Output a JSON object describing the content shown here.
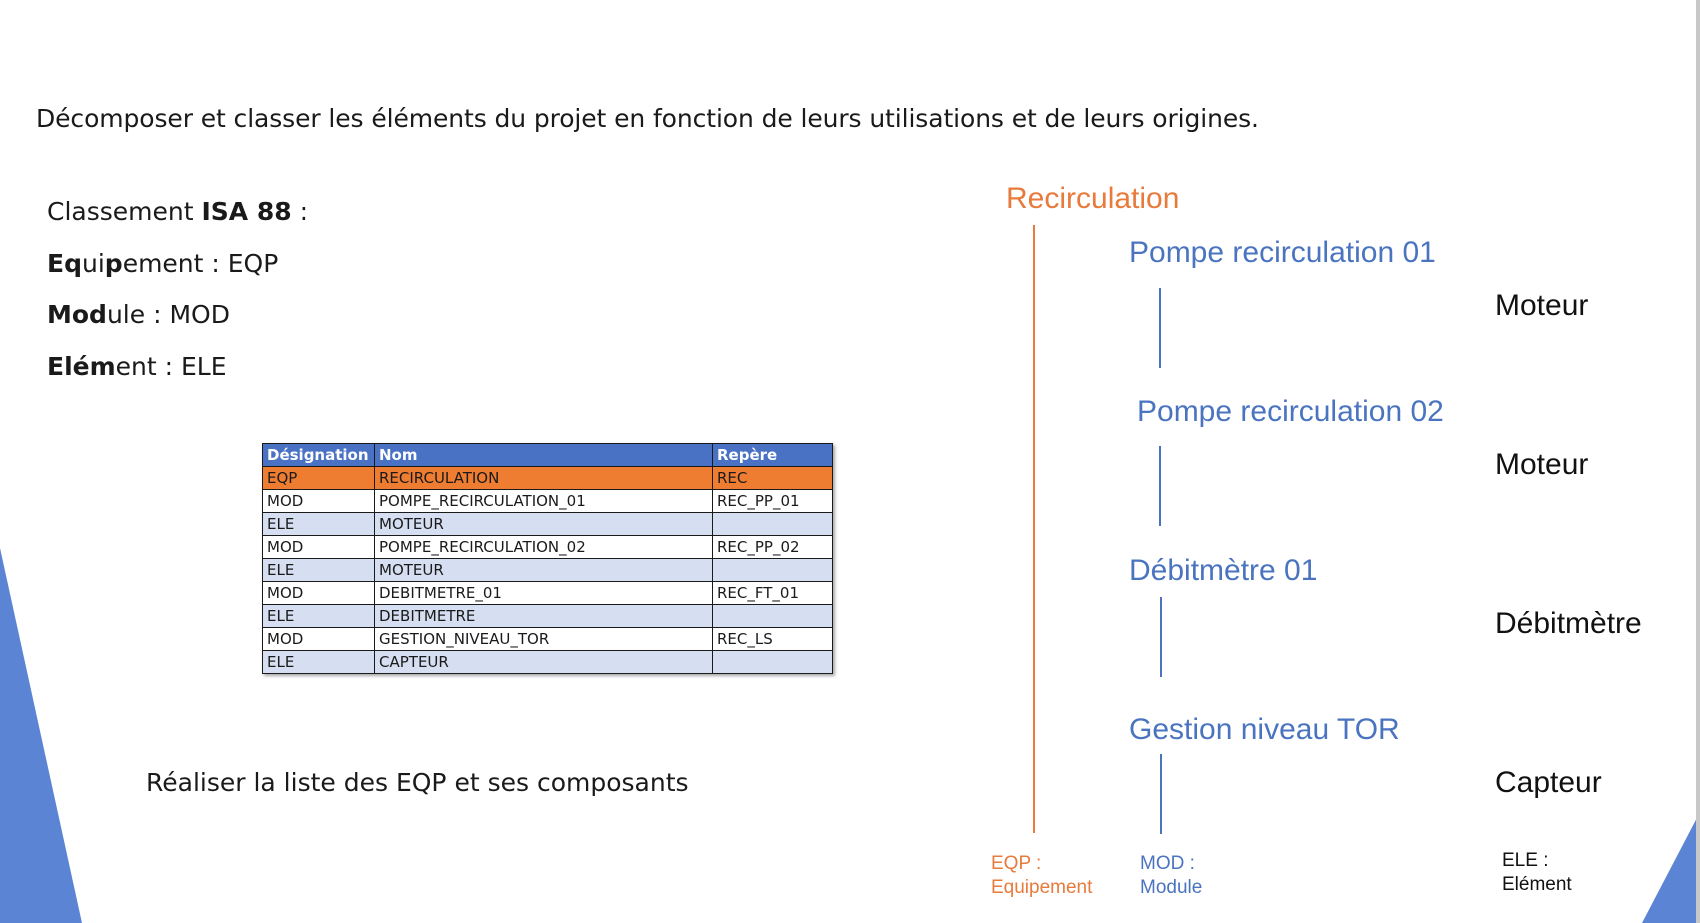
{
  "intro": "Décomposer et classer les éléments du projet en fonction de leurs utilisations et de leurs origines.",
  "legend": {
    "classement_prefix": "Classement ",
    "classement_bold": "ISA 88",
    "classement_suffix": " :",
    "equipement_bold_1": "Eq",
    "equipement_mid": "ui",
    "equipement_bold_2": "p",
    "equipement_rest": "ement : EQP",
    "module_bold": "Mod",
    "module_rest": "ule : MOD",
    "element_bold": "Elém",
    "element_rest": "ent : ELE"
  },
  "table": {
    "headers": [
      "Désignation",
      "Nom",
      "Repère"
    ],
    "rows": [
      {
        "type": "eqp",
        "cells": [
          "EQP",
          "RECIRCULATION",
          "REC"
        ]
      },
      {
        "type": "mod",
        "cells": [
          "MOD",
          "POMPE_RECIRCULATION_01",
          "REC_PP_01"
        ]
      },
      {
        "type": "ele",
        "cells": [
          "ELE",
          "MOTEUR",
          ""
        ]
      },
      {
        "type": "mod",
        "cells": [
          "MOD",
          "POMPE_RECIRCULATION_02",
          "REC_PP_02"
        ]
      },
      {
        "type": "ele",
        "cells": [
          "ELE",
          "MOTEUR",
          ""
        ]
      },
      {
        "type": "mod",
        "cells": [
          "MOD",
          "DEBITMETRE_01",
          "REC_FT_01"
        ]
      },
      {
        "type": "ele",
        "cells": [
          "ELE",
          "DEBITMETRE",
          ""
        ]
      },
      {
        "type": "mod",
        "cells": [
          "MOD",
          "GESTION_NIVEAU_TOR",
          "REC_LS"
        ]
      },
      {
        "type": "ele",
        "cells": [
          "ELE",
          "CAPTEUR",
          ""
        ]
      }
    ]
  },
  "task": "Réaliser la liste des EQP et ses composants",
  "tree": {
    "equipment": "Recirculation",
    "modules": [
      "Pompe recirculation 01",
      "Pompe recirculation 02",
      "Débitmètre 01",
      "Gestion niveau TOR"
    ],
    "elements": [
      "Moteur",
      "Moteur",
      "Débitmètre",
      "Capteur"
    ],
    "footer": {
      "eqp_line1": "EQP :",
      "eqp_line2": "Equipement",
      "mod_line1": "MOD :",
      "mod_line2": "Module",
      "ele_line1": "ELE :",
      "ele_line2": "Elément"
    }
  },
  "colors": {
    "accent_blue": "#4a74bf",
    "accent_orange": "#e87a3b",
    "header_blue": "#4a72c4",
    "row_blue": "#d6dff1"
  }
}
